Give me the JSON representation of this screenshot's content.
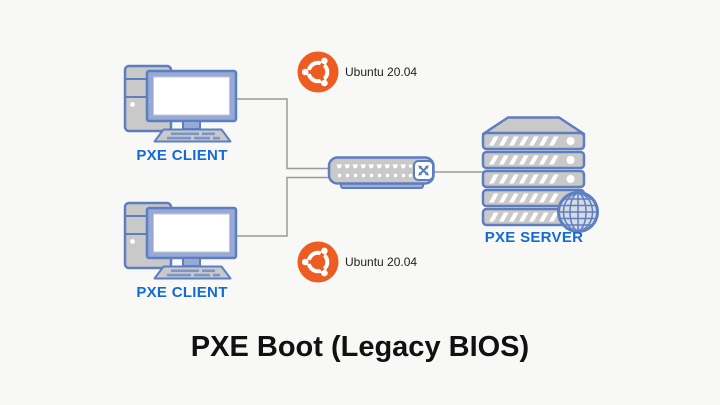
{
  "title": {
    "text": "PXE Boot (Legacy BIOS)"
  },
  "colors": {
    "background": "#f8f8f6",
    "outline_blue": "#5d7fc0",
    "fill_gray": "#c9c9c9",
    "bezel_blue": "#97a9d4",
    "key_blue": "#7d94c9",
    "switch_base_blue": "#9db0d9",
    "label_blue": "#1569d6",
    "ubuntu_orange": "#ed5c20",
    "line_gray": "#9a9a9a",
    "globe_fill": "#d6dae3",
    "title_color": "#111111",
    "ubuntu_text_color": "#222222"
  },
  "nodes": {
    "client_top": {
      "label": "PXE CLIENT"
    },
    "client_bottom": {
      "label": "PXE CLIENT"
    },
    "server": {
      "label": "PXE SERVER"
    },
    "switch": {
      "name": "ethernet-switch"
    },
    "ubuntu_top": {
      "label": "Ubuntu 20.04"
    },
    "ubuntu_bottom": {
      "label": "Ubuntu 20.04"
    }
  }
}
